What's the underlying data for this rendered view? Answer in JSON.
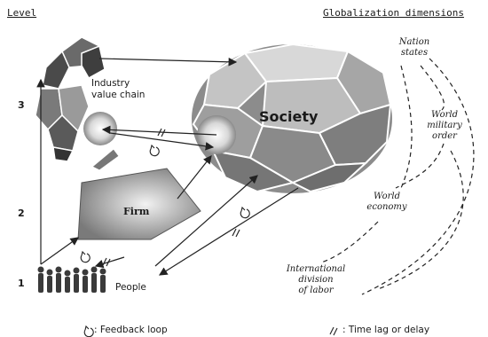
{
  "headers": {
    "level": "Level",
    "dimensions": "Globalization dimensions"
  },
  "levels": [
    "3",
    "2",
    "1"
  ],
  "nodes": {
    "society": "Society",
    "firm": "Firm",
    "industry_line1": "Industry",
    "industry_line2": "value chain",
    "people": "People"
  },
  "dimensions": {
    "nation_states": [
      "Nation",
      "states"
    ],
    "world_military_order": [
      "World",
      "military",
      "order"
    ],
    "world_economy": [
      "World",
      "economy"
    ],
    "international_division": [
      "International",
      "division",
      "of labor"
    ]
  },
  "legend": {
    "feedback": ": Feedback loop",
    "timelag": ": Time lag or delay"
  }
}
